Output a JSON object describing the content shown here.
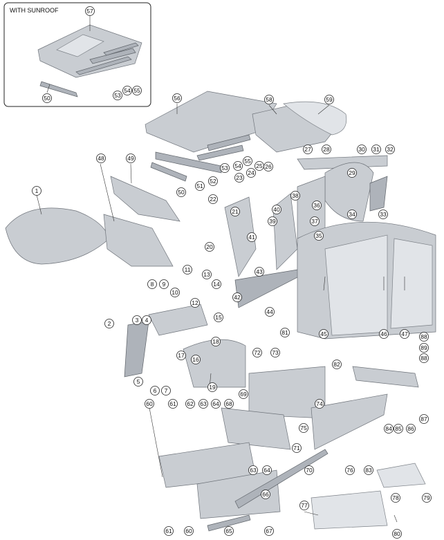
{
  "inset": {
    "title": "WITH SUNROOF",
    "labels": [
      "57",
      "50",
      "53",
      "54",
      "55"
    ]
  },
  "callouts": [
    "1",
    "2",
    "3",
    "4",
    "5",
    "6",
    "7",
    "8",
    "9",
    "10",
    "11",
    "12",
    "13",
    "14",
    "15",
    "16",
    "17",
    "18",
    "19",
    "20",
    "21",
    "22",
    "23",
    "24",
    "25",
    "26",
    "27",
    "28",
    "29",
    "30",
    "31",
    "32",
    "33",
    "34",
    "35",
    "36",
    "37",
    "38",
    "39",
    "40",
    "41",
    "42",
    "43",
    "44",
    "45",
    "46",
    "47",
    "48",
    "49",
    "50",
    "51",
    "52",
    "53",
    "54",
    "55",
    "56",
    "58",
    "59",
    "60",
    "61",
    "62",
    "63",
    "64",
    "65",
    "66",
    "67",
    "68",
    "69",
    "70",
    "71",
    "72",
    "73",
    "74",
    "75",
    "76",
    "77",
    "78",
    "79",
    "80",
    "81",
    "82",
    "83",
    "84",
    "85",
    "86",
    "87",
    "88",
    "89"
  ]
}
